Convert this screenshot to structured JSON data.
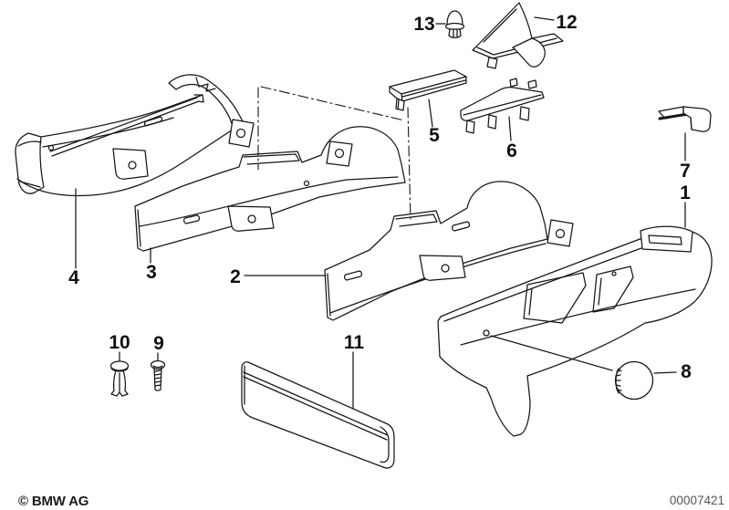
{
  "diagram": {
    "description": "BMW seat trim exploded parts diagram",
    "callouts": [
      {
        "id": 1,
        "label": "1"
      },
      {
        "id": 2,
        "label": "2"
      },
      {
        "id": 3,
        "label": "3"
      },
      {
        "id": 4,
        "label": "4"
      },
      {
        "id": 5,
        "label": "5"
      },
      {
        "id": 6,
        "label": "6"
      },
      {
        "id": 7,
        "label": "7"
      },
      {
        "id": 8,
        "label": "8"
      },
      {
        "id": 9,
        "label": "9"
      },
      {
        "id": 10,
        "label": "10"
      },
      {
        "id": 11,
        "label": "11"
      },
      {
        "id": 12,
        "label": "12"
      },
      {
        "id": 13,
        "label": "13"
      }
    ]
  },
  "footer": {
    "copyright": "© BMW AG",
    "document_number": "00007421"
  },
  "colors": {
    "line": "#161616",
    "background": "#ffffff",
    "label": "#101010",
    "document_number": "#555555"
  }
}
